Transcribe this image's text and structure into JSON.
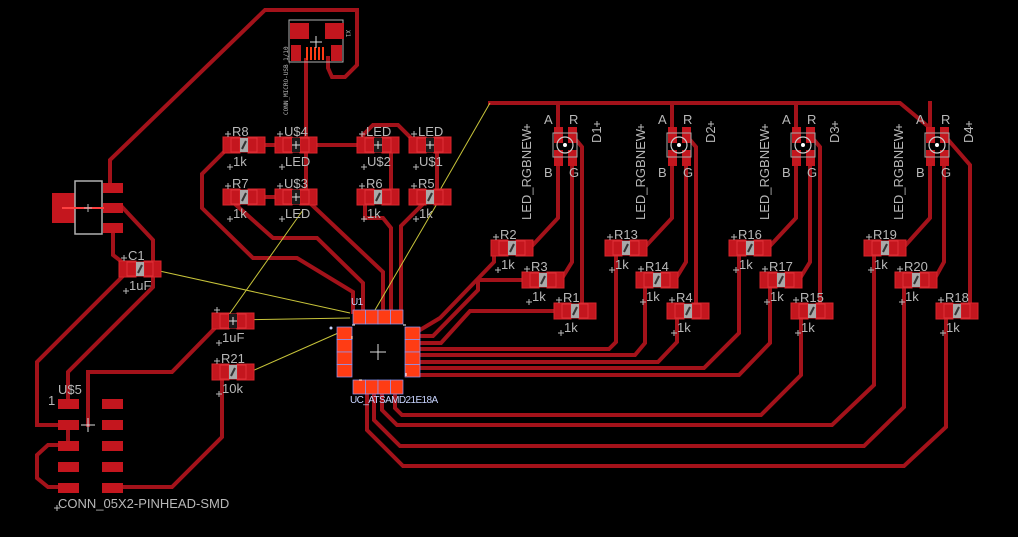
{
  "colors": {
    "background": "#000000",
    "trace": "#a3121a",
    "pad": "#c4161e",
    "pad_highlight": "#ff3c14",
    "airwire": "#c8c43a",
    "silkscreen": "#b8b8b8",
    "selected_outline": "#8a9aff"
  },
  "board": {
    "usb_connector": {
      "ref": "X1",
      "value": "CONN_MICRO-USB_1/10"
    },
    "microcontroller": {
      "ref": "U1",
      "value": "UC_ATSAMD21E18A"
    },
    "header": {
      "ref": "U$5",
      "value": "CONN_05X2-PINHEAD-SMD",
      "pin1_label": "1"
    },
    "capacitors": [
      {
        "ref": "C1",
        "value": "1uF"
      },
      {
        "value": "1uF"
      }
    ],
    "resistors": [
      {
        "ref": "R8",
        "value": "1k"
      },
      {
        "ref": "R7",
        "value": "1k"
      },
      {
        "ref": "R6",
        "value": "1k"
      },
      {
        "ref": "R5",
        "value": "1k"
      },
      {
        "ref": "R21",
        "value": "10k"
      },
      {
        "ref": "R2",
        "value": "1k"
      },
      {
        "ref": "R3",
        "value": "1k"
      },
      {
        "ref": "R1",
        "value": "1k"
      },
      {
        "ref": "R13",
        "value": "1k"
      },
      {
        "ref": "R14",
        "value": "1k"
      },
      {
        "ref": "R4",
        "value": "1k"
      },
      {
        "ref": "R16",
        "value": "1k"
      },
      {
        "ref": "R17",
        "value": "1k"
      },
      {
        "ref": "R15",
        "value": "1k"
      },
      {
        "ref": "R19",
        "value": "1k"
      },
      {
        "ref": "R20",
        "value": "1k"
      },
      {
        "ref": "R18",
        "value": "1k"
      }
    ],
    "status_leds": [
      {
        "ref": "U$4",
        "value": "LED"
      },
      {
        "ref": "U$3",
        "value": "LED"
      },
      {
        "ref": "U$2",
        "value": "LED"
      },
      {
        "ref": "U$1",
        "value": "LED"
      }
    ],
    "rgb_leds": [
      {
        "ref": "D1",
        "value": "LED_RGBNEW",
        "pins": [
          "A",
          "R",
          "B",
          "G"
        ]
      },
      {
        "ref": "D2",
        "value": "LED_RGBNEW",
        "pins": [
          "A",
          "R",
          "B",
          "G"
        ]
      },
      {
        "ref": "D3",
        "value": "LED_RGBNEW",
        "pins": [
          "A",
          "R",
          "B",
          "G"
        ]
      },
      {
        "ref": "D4",
        "value": "LED_RGBNEW",
        "pins": [
          "A",
          "R",
          "B",
          "G"
        ]
      }
    ]
  }
}
